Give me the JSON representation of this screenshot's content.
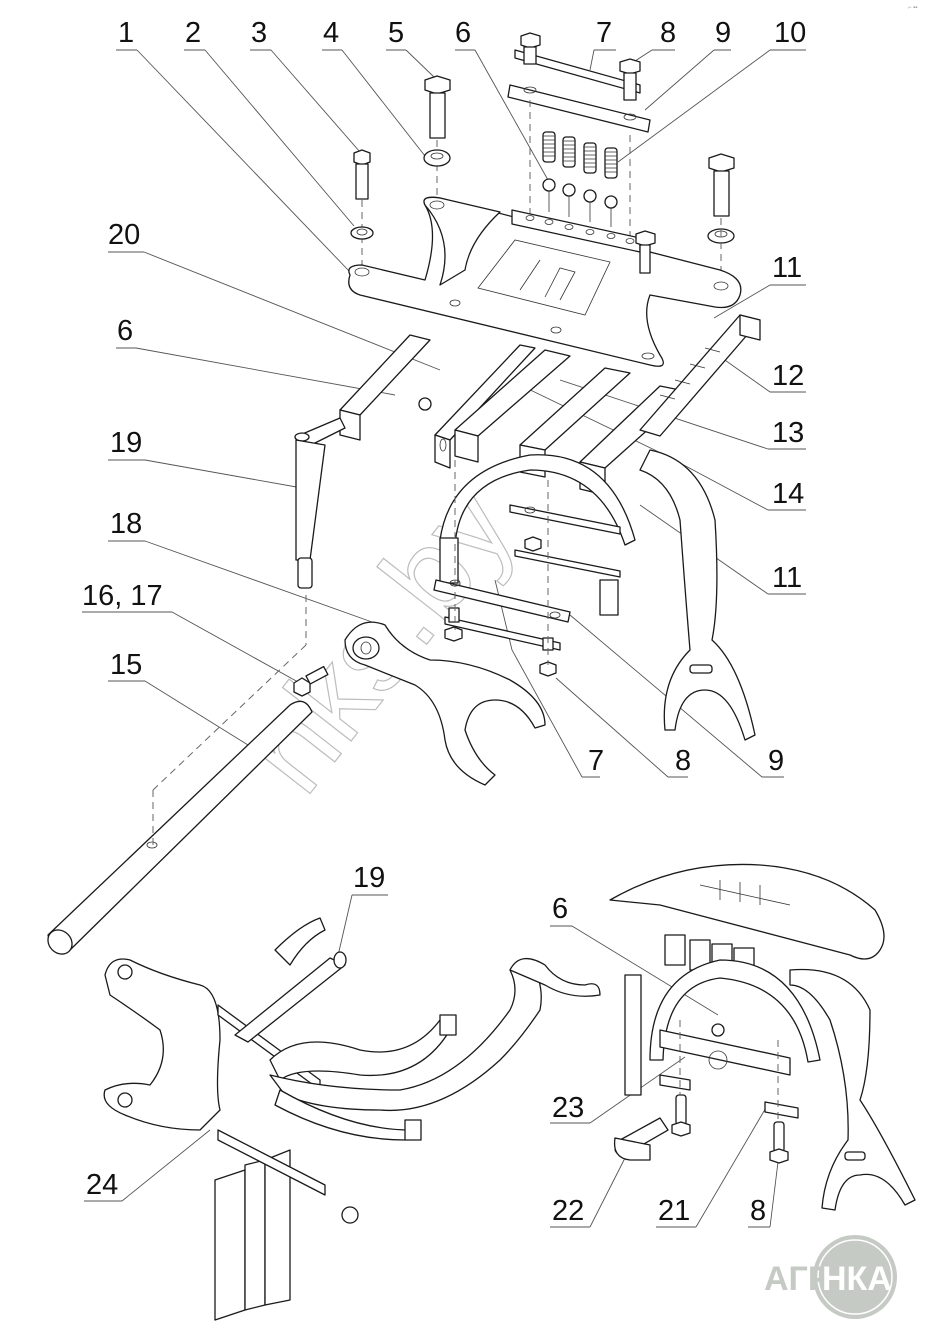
{
  "diagram": {
    "title": "Gear shift mechanism — exploded view",
    "callouts_top": [
      "1",
      "2",
      "3",
      "4",
      "5",
      "6",
      "7",
      "8",
      "9",
      "10"
    ],
    "callouts_right": [
      "11",
      "12",
      "13",
      "14",
      "11"
    ],
    "callouts_left": [
      "20",
      "6",
      "19",
      "18",
      "16, 17",
      "15"
    ],
    "callouts_bottom_mid": [
      "7",
      "8",
      "9"
    ],
    "callouts_assembly_left": [
      "19",
      "24"
    ],
    "callouts_assembly_right": [
      "6",
      "23",
      "22",
      "21",
      "8"
    ]
  },
  "watermark": {
    "text": "nks.by"
  },
  "logo": {
    "left_text": "АГРО",
    "right_text": "НКА",
    "color": "#c5cac5"
  },
  "corner_mark": "⌐ ▪▪"
}
